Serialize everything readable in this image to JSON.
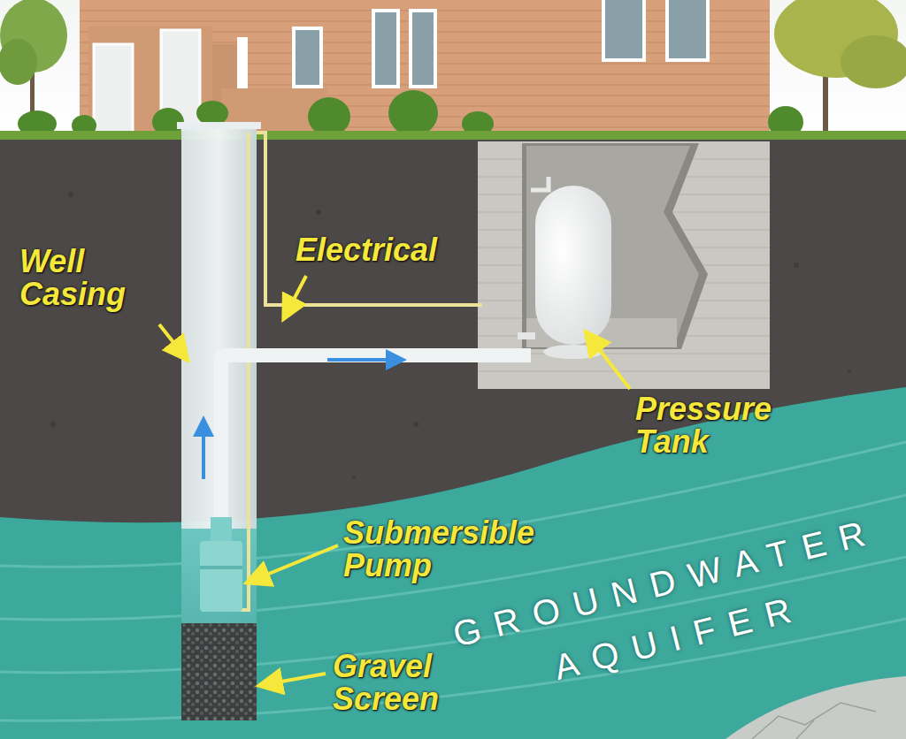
{
  "diagram": {
    "labels": [
      "Well Casing",
      "Electrical",
      "Pressure Tank",
      "Submersible Pump",
      "Gravel Screen",
      "GROUNDWATER AQUIFER"
    ]
  }
}
